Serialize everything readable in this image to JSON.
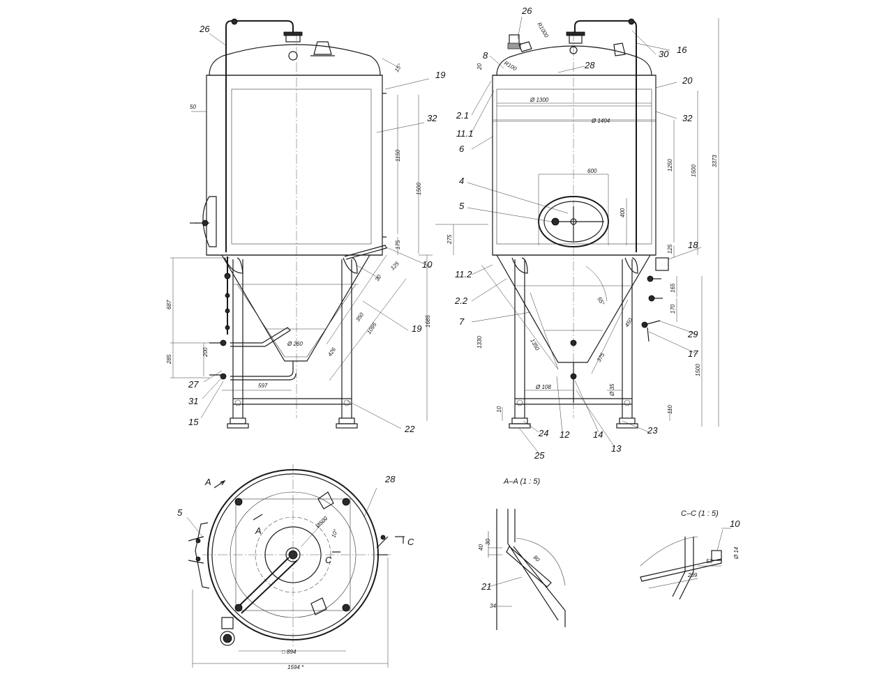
{
  "front_view": {
    "callouts": [
      "26",
      "19",
      "32",
      "10",
      "19",
      "22",
      "15",
      "31",
      "27"
    ],
    "dims": [
      "50",
      "1150",
      "1500",
      "175",
      "125",
      "687",
      "285",
      "200",
      "597",
      "426",
      "1095",
      "350",
      "Ø 260",
      "1685",
      "15°",
      "30"
    ]
  },
  "side_view": {
    "callouts": [
      "26",
      "8",
      "28",
      "20",
      "16",
      "30",
      "2.1",
      "11.1",
      "6",
      "32",
      "4",
      "5",
      "18",
      "11.2",
      "2.2",
      "7",
      "29",
      "17",
      "12",
      "14",
      "13",
      "23",
      "24",
      "25"
    ],
    "dims": [
      "R1000",
      "R100",
      "20",
      "Ø 1300",
      "Ø 1404",
      "600",
      "400",
      "1250",
      "1500",
      "275",
      "125",
      "165",
      "170",
      "55°",
      "450",
      "1330",
      "1350",
      "375",
      "Ø 108",
      "Ø 35",
      "10",
      "110",
      "1500",
      "3373"
    ]
  },
  "top_view": {
    "callouts": [
      "28",
      "5"
    ],
    "dims": [
      "Ø500",
      "10°",
      "□ 894",
      "1594 *"
    ],
    "section_markers": [
      "A",
      "A",
      "C",
      "C"
    ]
  },
  "section_aa": {
    "title": "A–A (1 : 5)",
    "callouts": [
      "21"
    ],
    "dims": [
      "40",
      "30",
      "80",
      "34"
    ]
  },
  "section_cc": {
    "title": "C–C (1 : 5)",
    "callouts": [
      "10"
    ],
    "dims": [
      "53",
      "289",
      "Ø 14"
    ]
  }
}
